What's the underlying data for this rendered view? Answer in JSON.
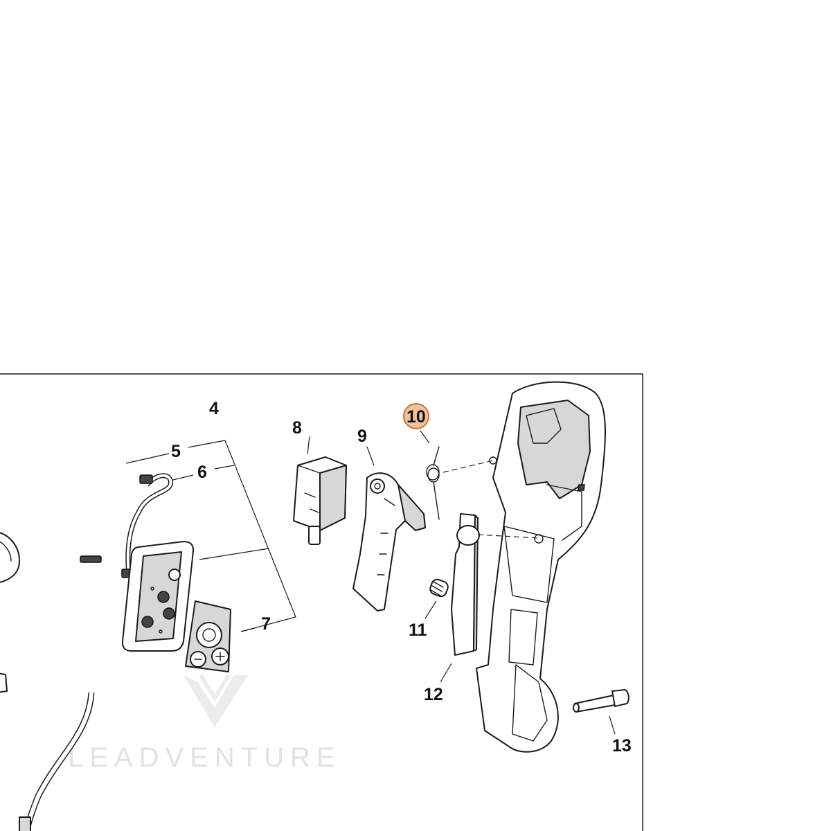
{
  "callouts": {
    "c4": "4",
    "c5": "5",
    "c6": "6",
    "c7": "7",
    "c8": "8",
    "c9": "9",
    "c10": "10",
    "c11": "11",
    "c12": "12",
    "c13": "13"
  },
  "highlight": {
    "part": "10",
    "fill": "#f2c29e",
    "stroke": "#c0763a"
  },
  "watermark": {
    "text": "LEADVENTURE"
  }
}
